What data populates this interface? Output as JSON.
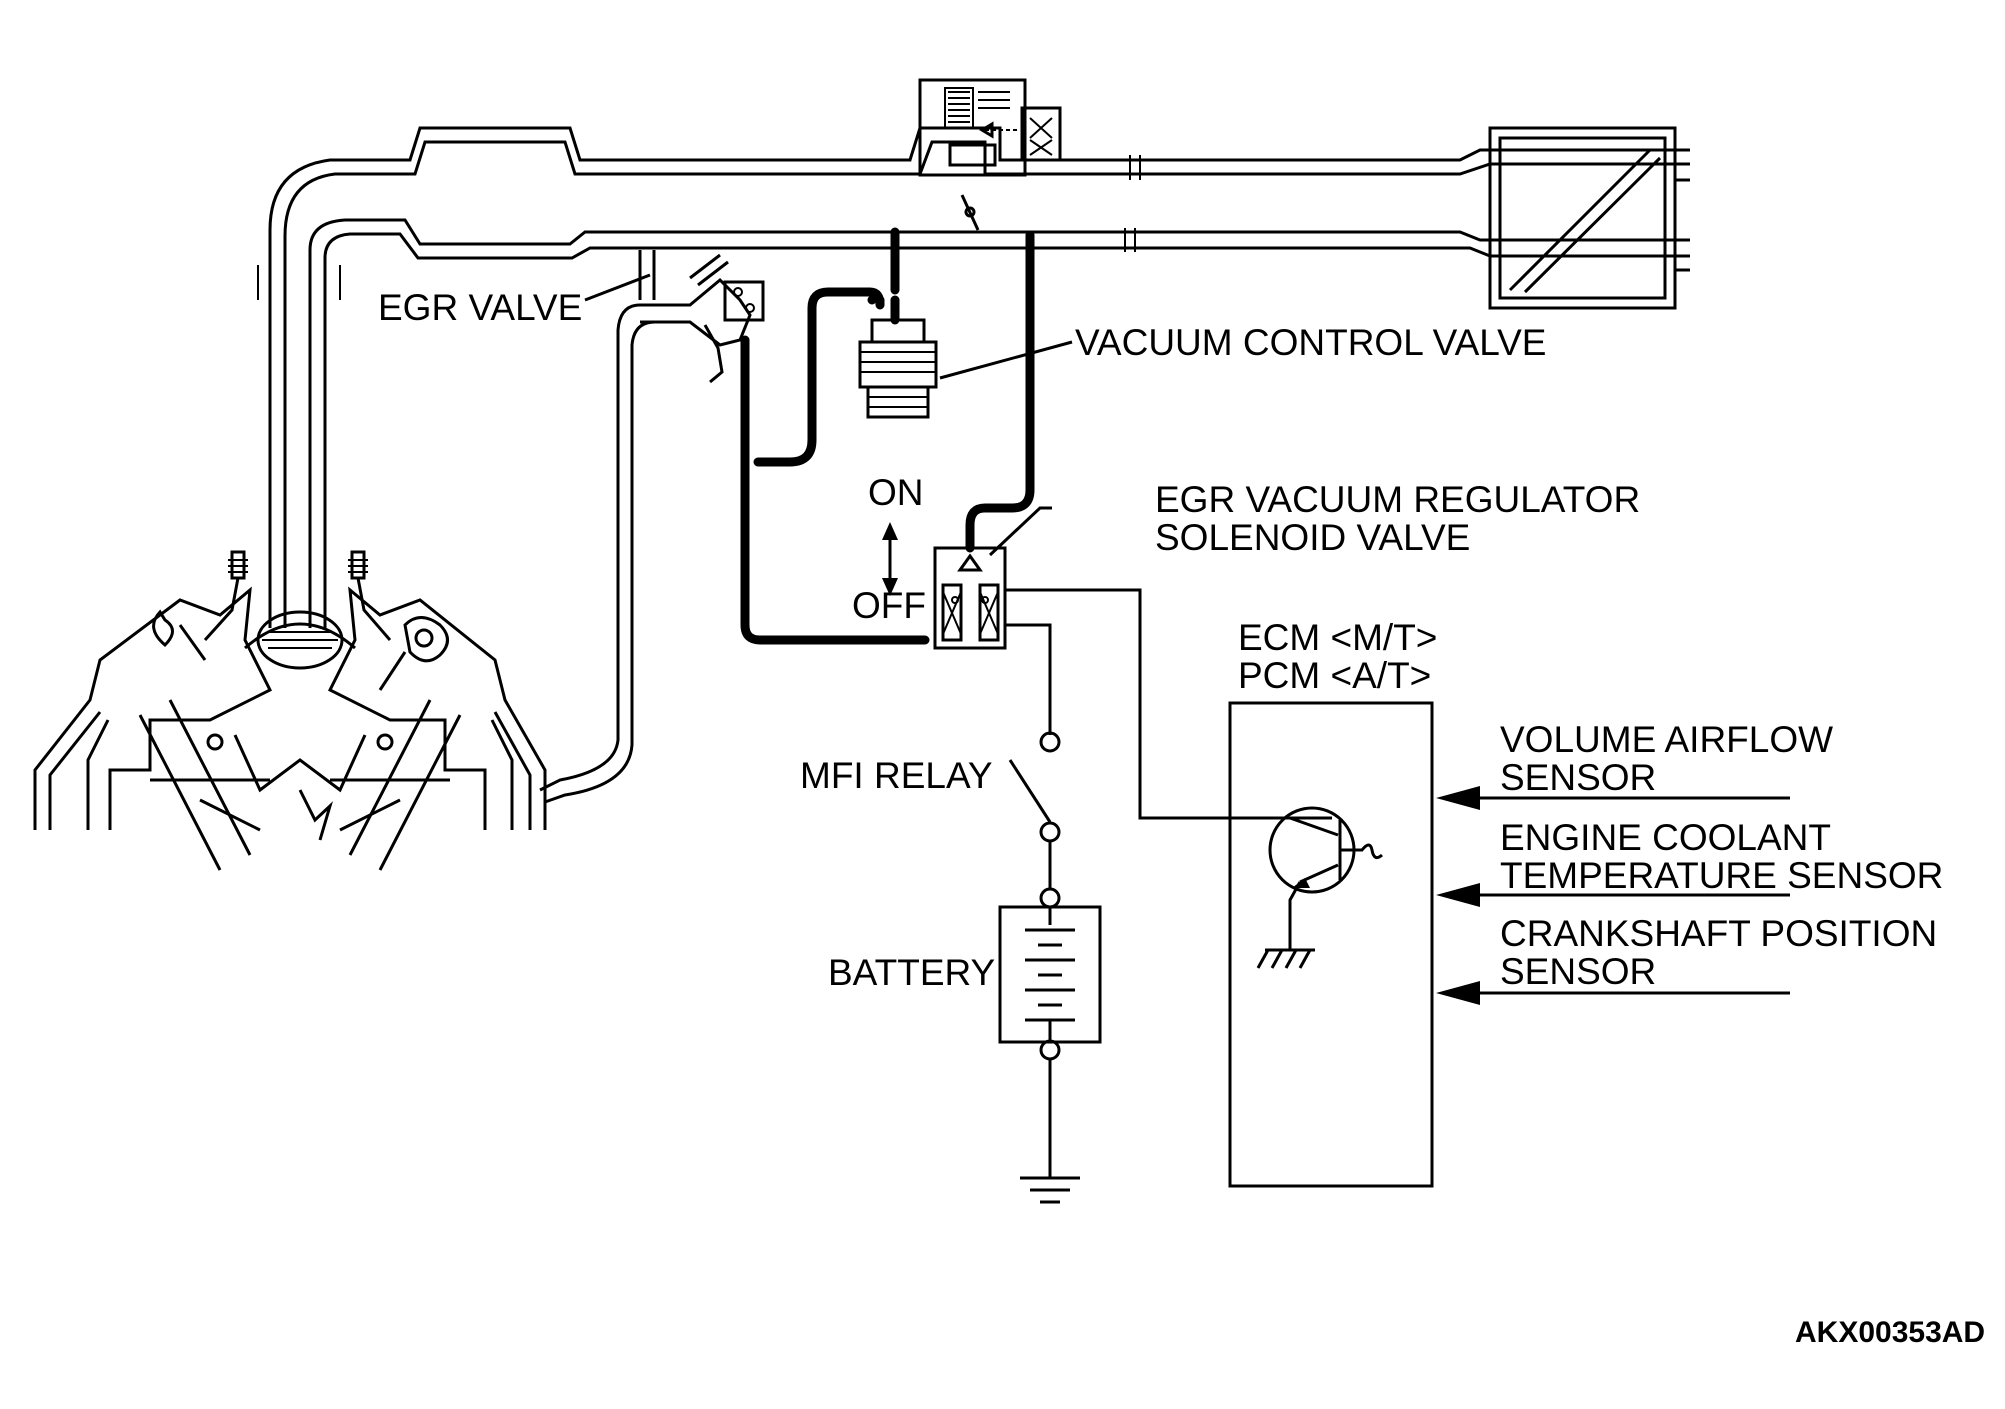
{
  "labels": {
    "egr_valve": "EGR VALVE",
    "vacuum_control_valve": "VACUUM CONTROL VALVE",
    "on": "ON",
    "off": "OFF",
    "egr_solenoid_line1": "EGR VACUUM REGULATOR",
    "egr_solenoid_line2": "SOLENOID VALVE",
    "ecm": "ECM <M/T>",
    "pcm": "PCM <A/T>",
    "volume_airflow_line1": "VOLUME AIRFLOW",
    "volume_airflow_line2": "SENSOR",
    "coolant_line1": "ENGINE COOLANT",
    "coolant_line2": "TEMPERATURE SENSOR",
    "crankshaft_line1": "CRANKSHAFT POSITION",
    "crankshaft_line2": "SENSOR",
    "mfi_relay": "MFI RELAY",
    "battery": "BATTERY",
    "figure_code": "AKX00353AD"
  }
}
